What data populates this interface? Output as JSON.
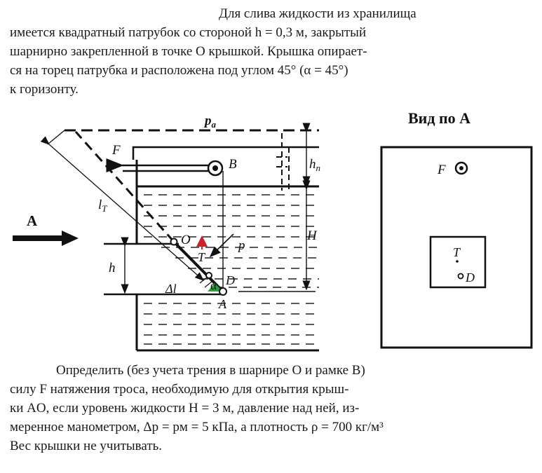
{
  "top_text": [
    "Для слива жидкости из хранилища",
    "имеется квадратный патрубок со стороной h = 0,3 м, закрытый",
    "шарнирно закрепленной в точке O крышкой. Крышка опирает-",
    "ся на торец патрубка и расположена под углом 45° (α = 45°)",
    "к горизонту."
  ],
  "bottom_text": [
    "Определить (без учета трения в шарнире O и рамке B)",
    "силу F натяжения троса, необходимую для открытия крыш-",
    "ки AO, если уровень жидкости H = 3 м, давление над ней, из-",
    "меренное манометром,  Δp = pм = 5 кПа, а плотность ρ  = 700 кг/м³",
    "Вес крышки не учитывать."
  ],
  "figure": {
    "pa": "p",
    "pa_sub": "a",
    "F": "F",
    "B": "B",
    "hp": "h",
    "hp_sub": "п",
    "lT": "l",
    "lT_sub": "T",
    "A_arrow": "A",
    "O": "O",
    "T": "T",
    "p_vec": "p",
    "H": "H",
    "h": "h",
    "D": "D",
    "alpha": "α",
    "dl": "Δl",
    "A_point": "A",
    "view_title": "Вид по А",
    "view_F": "F",
    "view_T": "T",
    "view_D": "D"
  },
  "colors": {
    "alpha_fill": "#1fa33a",
    "rotation_arrow": "#d0202a"
  }
}
